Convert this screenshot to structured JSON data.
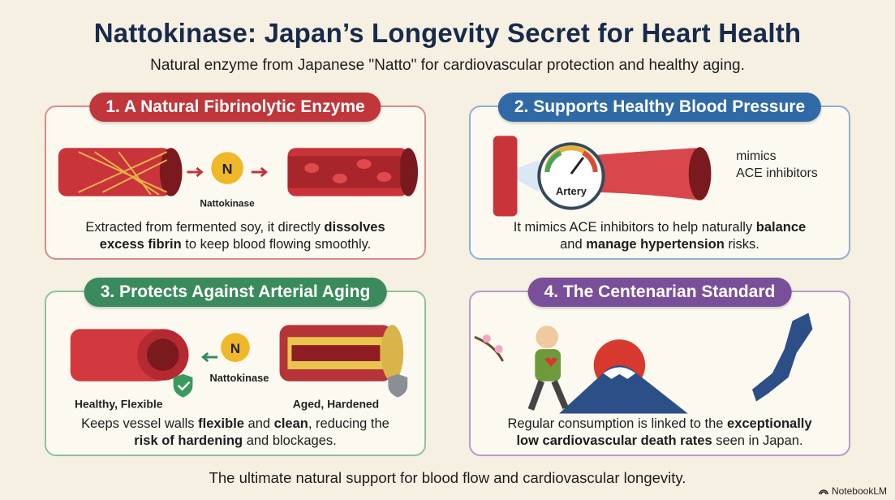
{
  "header": {
    "title": "Nattokinase: Japan’s Longevity Secret for Heart Health",
    "subtitle": "Natural enzyme from Japanese \"Natto\" for cardiovascular protection and healthy aging."
  },
  "panels": [
    {
      "heading": "1. A Natural Fibrinolytic Enzyme",
      "labels": {
        "enzyme_letter": "N",
        "enzyme_name": "Nattokinase"
      },
      "desc": {
        "t1": "Extracted from fermented soy, it directly ",
        "b1": "dissolves",
        "b2": "excess fibrin",
        "t2": " to keep blood flowing smoothly."
      },
      "color": "#c0363a"
    },
    {
      "heading": "2. Supports Healthy Blood Pressure",
      "labels": {
        "gauge": "Artery",
        "side_line1": "mimics",
        "side_line2": "ACE inhibitors"
      },
      "desc": {
        "t1": "It mimics ACE inhibitors to help naturally ",
        "b1": "balance",
        "t2": "and ",
        "b2": "manage hypertension",
        "t3": " risks."
      },
      "color": "#2f6aa6"
    },
    {
      "heading": "3. Protects Against Arterial Aging",
      "labels": {
        "enzyme_letter": "N",
        "enzyme_name": "Nattokinase",
        "healthy": "Healthy, Flexible",
        "aged": "Aged, Hardened"
      },
      "desc": {
        "t1": "Keeps vessel walls ",
        "b1": "flexible",
        "t2": " and ",
        "b2": "clean",
        "t3": ", reducing the",
        "b3": "risk of hardening",
        "t4": " and blockages."
      },
      "color": "#3a8a5e"
    },
    {
      "heading": "4. The Centenarian Standard",
      "desc": {
        "t1": "Regular consumption is linked to the ",
        "b1": "exceptionally",
        "b2": "low cardiovascular death rates",
        "t2": " seen in Japan."
      },
      "color": "#7a4f9a"
    }
  ],
  "footer": "The ultimate natural support for blood flow and cardiovascular longevity.",
  "brand": "NotebookLM"
}
